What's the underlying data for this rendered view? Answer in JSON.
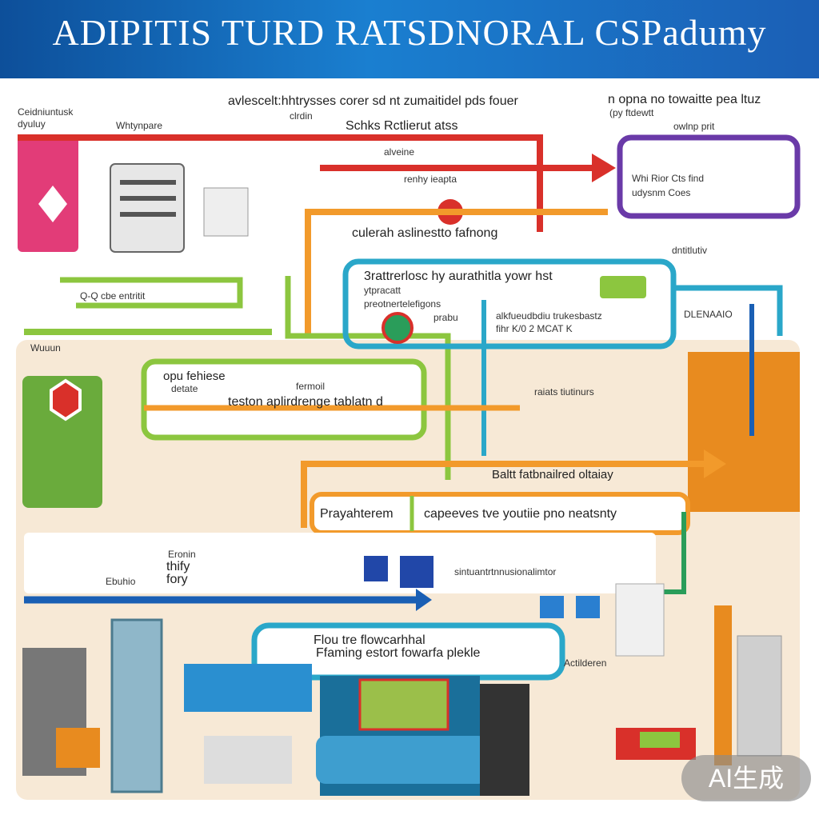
{
  "header": {
    "title": "ADIPITIS TURD RATSDNORAL CSPadumy"
  },
  "top_left": {
    "label_a": "Ceidniuntusk",
    "label_b": "dyuluy",
    "label_c": "Whtynpare"
  },
  "top_center": {
    "line1": "avlescelt:hhtrysses corer sd nt zumaitidel pds fouer",
    "line2": "clrdin",
    "line3": "Schks Rctlierut atss",
    "line4": "alveine",
    "line5": "renhy ieapta",
    "line6": "culerah aslinestto fafnong"
  },
  "top_right": {
    "line1": "n opna no towaitte pea ltuz",
    "line2": "(py ftdewtt",
    "line3": "owlnp prit",
    "box_line1": "Whi Rior Cts find",
    "box_line2": "udysnm Coes"
  },
  "left_mid": {
    "label1": "Q-Q cbe entritit",
    "label2": "Wuuun",
    "box_line1": "opu fehiese",
    "box_line2": "detate",
    "box_line3": "fermoil",
    "box_line4": "teston aplirdrenge tablatn d"
  },
  "center_box": {
    "label_top": "dntitlutiv",
    "line1": "3rattrerlosc hy aurathitla yowr hst",
    "line2": "ytpracatt",
    "line3": "preotnertelefigons",
    "line4": "prabu",
    "line5": "alkfueudbdiu trukesbastz",
    "line6": "fihr K/0 2 MCAT K",
    "right_label": "DLENAAIO",
    "mid_label": "raiats tiutinurs"
  },
  "middle": {
    "bar_label": "Baltt fatbnailred oltaiay",
    "left_box": "Prayahterem",
    "right_box": "capeeves tve youtiie pno neatsnty"
  },
  "lower": {
    "label1": "Eronin",
    "label2": "thify",
    "label3": "fory",
    "label4": "Ebuhio",
    "label5": "sintuantrtnnusionalimtor",
    "bottom_box_line1": "Flou tre flowcarhhal",
    "bottom_box_line2": "Ffaming estort fowarfa plekle",
    "side_label": "Actilderen"
  },
  "watermark": {
    "text": "AI生成"
  },
  "colors": {
    "red": "#d9302a",
    "orange": "#f29a2b",
    "green": "#8cc63f",
    "blue": "#1a5fb4",
    "teal": "#2aa7c9",
    "purple": "#6a3aa8",
    "pink": "#e23c78",
    "beige": "#f7e9d6"
  }
}
